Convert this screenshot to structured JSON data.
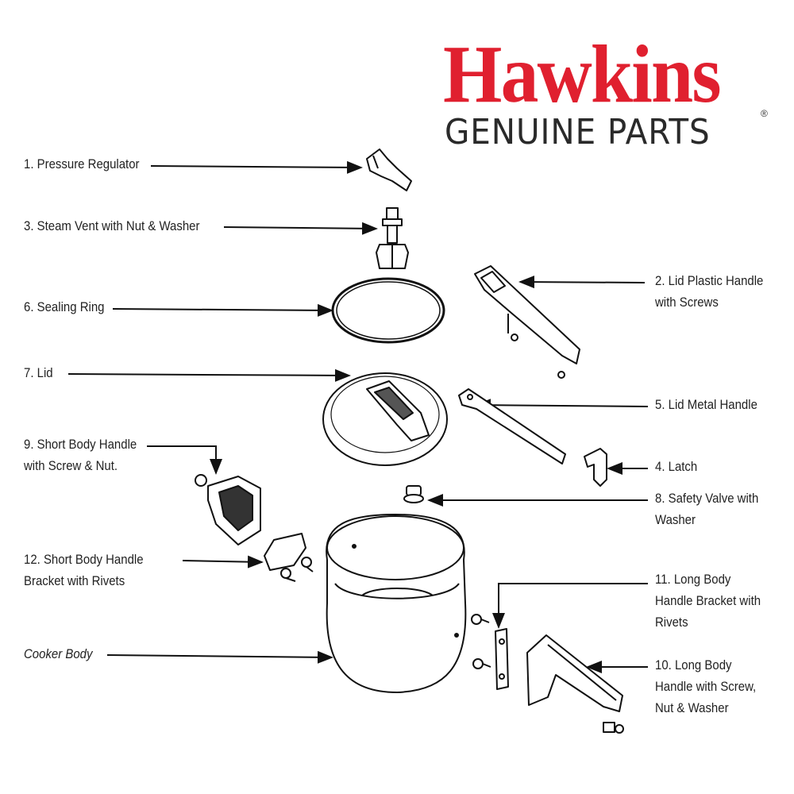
{
  "logo": {
    "brand": "Hawkins",
    "subtitle": "GENUINE PARTS",
    "registered": "®",
    "brand_color": "#e0202f"
  },
  "parts": [
    {
      "lines": [
        "1. Pressure Regulator"
      ]
    },
    {
      "lines": [
        "3. Steam Vent with Nut & Washer"
      ]
    },
    {
      "lines": [
        "6. Sealing Ring"
      ]
    },
    {
      "lines": [
        "7. Lid"
      ]
    },
    {
      "lines": [
        "9. Short Body Handle",
        "with Screw & Nut."
      ]
    },
    {
      "lines": [
        "12. Short Body Handle",
        "Bracket with Rivets"
      ]
    },
    {
      "lines": [
        "Cooker Body"
      ]
    },
    {
      "lines": [
        "2. Lid Plastic Handle",
        "with Screws"
      ]
    },
    {
      "lines": [
        "5. Lid Metal Handle"
      ]
    },
    {
      "lines": [
        "4. Latch"
      ]
    },
    {
      "lines": [
        "8. Safety Valve with",
        "Washer"
      ]
    },
    {
      "lines": [
        "11. Long Body",
        "Handle Bracket with",
        "Rivets"
      ]
    },
    {
      "lines": [
        "10. Long Body",
        "Handle with Screw,",
        "Nut & Washer"
      ]
    }
  ]
}
